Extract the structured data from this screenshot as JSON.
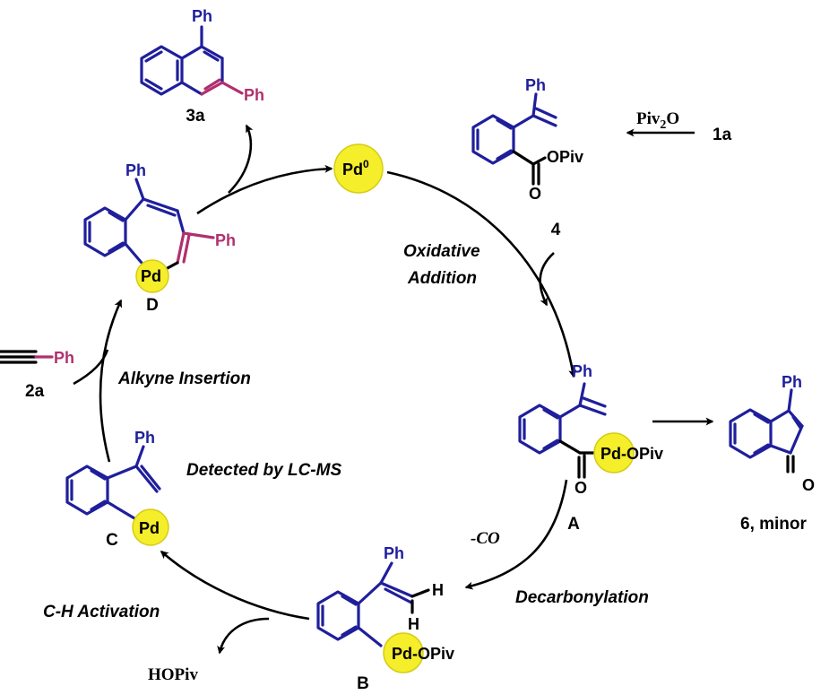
{
  "labels": {
    "cmpd_3a": "3a",
    "cmpd_4": "4",
    "cmpd_1a": "1a",
    "cmpd_D": "D",
    "cmpd_A": "A",
    "cmpd_B": "B",
    "cmpd_C": "C",
    "cmpd_2a": "2a",
    "cmpd_6": "6, minor"
  },
  "reagents": {
    "piv2o_main": "Piv",
    "piv2o_sub": "2",
    "piv2o_end": "O",
    "hopiv": "HOPiv",
    "minus_co": "-CO"
  },
  "steps": {
    "oxidative_1": "Oxidative",
    "oxidative_2": "Addition",
    "decarbonylation": "Decarbonylation",
    "ch_activation": "C-H Activation",
    "alkyne_insertion": "Alkyne Insertion",
    "detected": "Detected by  LC-MS"
  },
  "atoms": {
    "ph": "Ph",
    "pd": "Pd",
    "pd_zero": "Pd",
    "pd_zero_sup": "0",
    "opiv": "OPiv",
    "pd_opiv": "-OPiv",
    "o": "O",
    "h": "H"
  },
  "colors": {
    "structure_blue": "#1f1f9c",
    "highlight_pink": "#b0306e",
    "pd_yellow": "#f5ee2a",
    "bond_black": "#000000"
  }
}
